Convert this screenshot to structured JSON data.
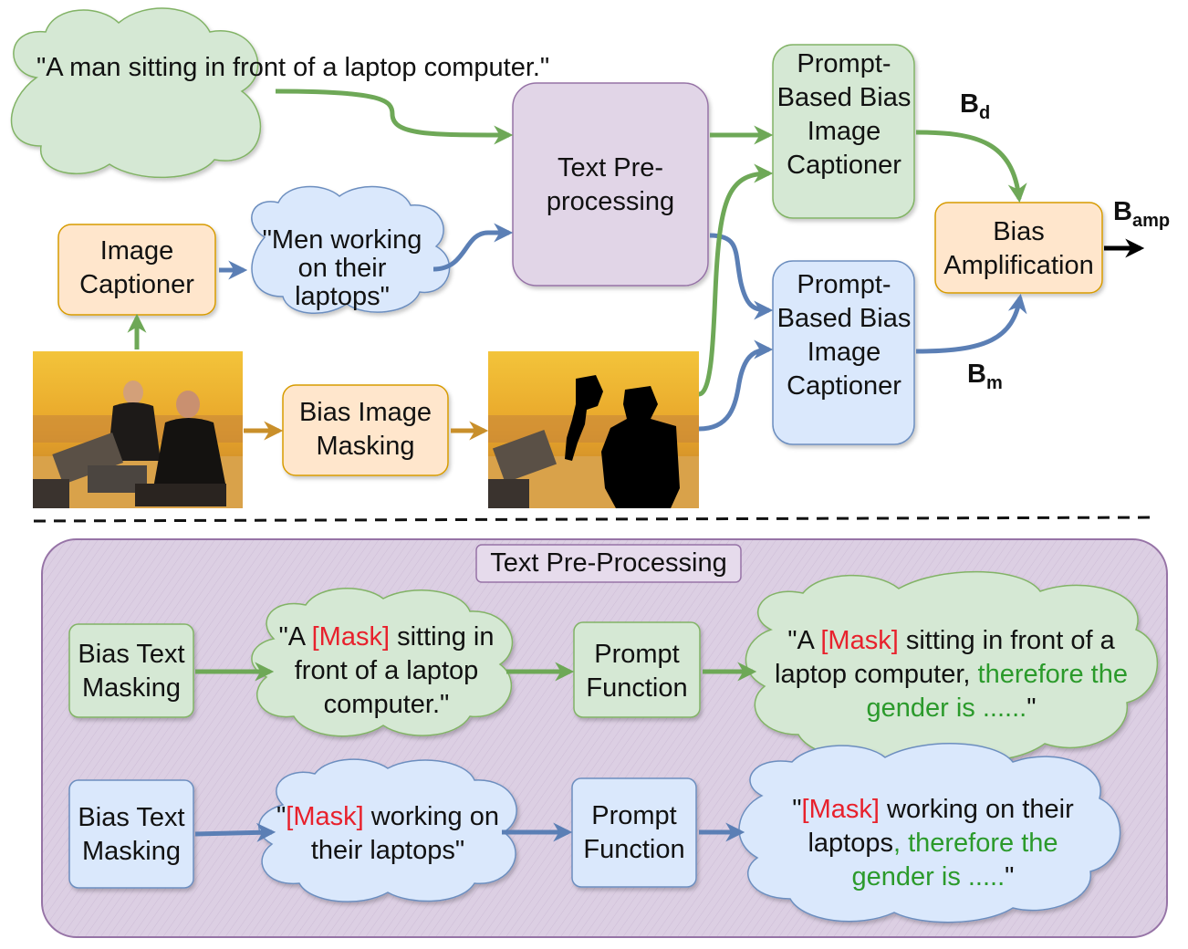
{
  "colors": {
    "green_fill": "#d5e8d4",
    "green_stroke": "#82b366",
    "green_arrow": "#6ea857",
    "blue_fill": "#dae8fc",
    "blue_stroke": "#6c8ebf",
    "blue_arrow": "#5b7fb5",
    "orange_fill": "#ffe6cc",
    "orange_stroke": "#d79b00",
    "orange_arrow": "#c98f2a",
    "purple_fill": "#e1d5e7",
    "purple_stroke": "#9673a6",
    "red_text": "#e8212c",
    "green_text": "#2b9a2b"
  },
  "top": {
    "gt_caption": "\"A man sitting in front of a laptop computer.\"",
    "image_captioner": "Image Captioner",
    "model_caption": "\"Men working on their laptops\"",
    "text_preprocessing": "Text Pre-processing",
    "bias_image_masking": "Bias Image Masking",
    "prompt_captioner_green": "Prompt-Based Bias Image Captioner",
    "prompt_captioner_blue": "Prompt-Based Bias Image Captioner",
    "bias_amplification": "Bias Amplification",
    "b_d": "B",
    "b_d_sub": "d",
    "b_m": "B",
    "b_m_sub": "m",
    "b_amp": "B",
    "b_amp_sub": "amp",
    "photo_original": "photo-two-men-at-laptops",
    "photo_masked": "photo-people-masked-black"
  },
  "preprocess": {
    "title": "Text Pre-Processing",
    "row1": {
      "masking": "Bias Text Masking",
      "masked_pre": "\"A ",
      "masked_token": "[Mask]",
      "masked_post": " sitting in front of a laptop computer.\"",
      "prompt_function": "Prompt Function",
      "prompt_pre": "\"A ",
      "prompt_token": "[Mask]",
      "prompt_mid": " sitting in front of a laptop computer, ",
      "prompt_suffix": "therefore the gender is ......",
      "prompt_end": "\""
    },
    "row2": {
      "masking": "Bias Text Masking",
      "masked_pre": "\"",
      "masked_token": "[Mask]",
      "masked_post": " working on their laptops\"",
      "prompt_function": "Prompt Function",
      "prompt_pre": "\"",
      "prompt_token": "[Mask]",
      "prompt_mid": " working on their laptops",
      "prompt_suffix": ", therefore the gender is .....",
      "prompt_end": "\""
    }
  }
}
